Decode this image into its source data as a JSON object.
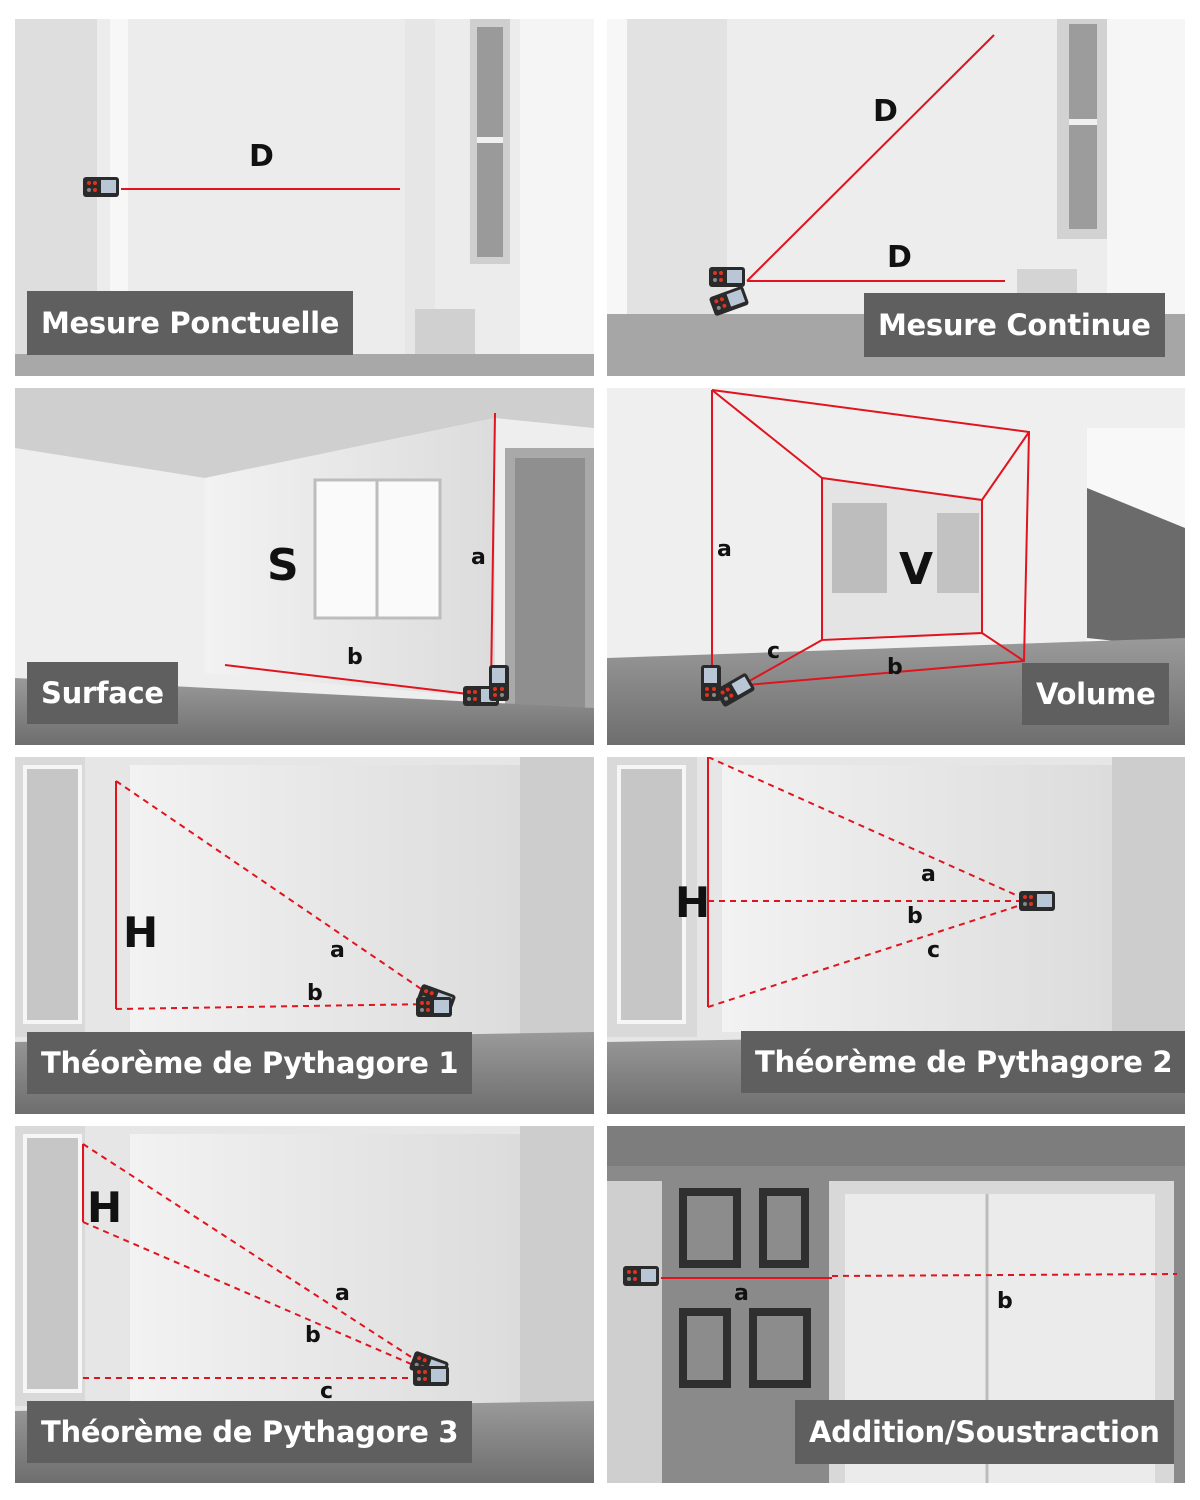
{
  "panels": [
    {
      "caption": "Mesure Ponctuelle",
      "labels": {
        "d": "D"
      }
    },
    {
      "caption": "Mesure Continue",
      "labels": {
        "d1": "D",
        "d2": "D"
      }
    },
    {
      "caption": "Surface",
      "labels": {
        "s": "S",
        "a": "a",
        "b": "b"
      }
    },
    {
      "caption": "Volume",
      "labels": {
        "v": "V",
        "a": "a",
        "b": "b",
        "c": "c"
      }
    },
    {
      "caption": "Théorème de Pythagore 1",
      "labels": {
        "h": "H",
        "a": "a",
        "b": "b"
      }
    },
    {
      "caption": "Théorème de Pythagore 2",
      "labels": {
        "h": "H",
        "a": "a",
        "b": "b",
        "c": "c"
      }
    },
    {
      "caption": "Théorème de Pythagore 3",
      "labels": {
        "h": "H",
        "a": "a",
        "b": "b",
        "c": "c"
      }
    },
    {
      "caption": "Addition/Soustraction",
      "labels": {
        "a": "a",
        "b": "b"
      }
    }
  ],
  "colors": {
    "laser": "#e0141e",
    "caption_bg": "#5f5f5f",
    "caption_text": "#ffffff"
  }
}
